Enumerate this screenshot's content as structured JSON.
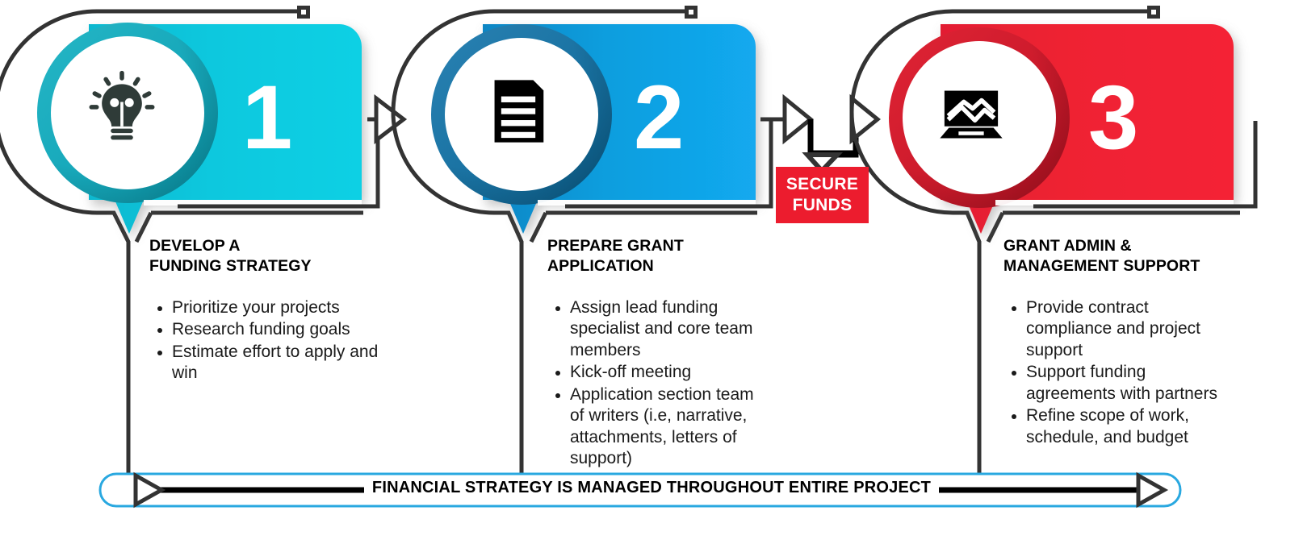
{
  "diagram": {
    "title_hidden": "",
    "colors": {
      "step1_card": "#0fc4dd",
      "step1_card_dark": "#12a8bd",
      "step1_ring": "#1aa3b5",
      "step2_card": "#11a4e8",
      "step2_card_dark": "#0d7cb5",
      "step2_ring": "#1270a0",
      "step3_card": "#ef2233",
      "step3_card_dark": "#d41528",
      "step3_ring": "#cc1626",
      "badge_red": "#ec1c2e",
      "outline": "#333333",
      "banner_border": "#29a8e0"
    },
    "steps": [
      {
        "number": "1",
        "icon": "lightbulb-icon",
        "title": "DEVELOP A\nFUNDING STRATEGY",
        "bullets": [
          "Prioritize your projects",
          "Research funding goals",
          "Estimate effort to apply and win"
        ]
      },
      {
        "number": "2",
        "icon": "document-icon",
        "title": "PREPARE GRANT\nAPPLICATION",
        "bullets": [
          "Assign lead funding specialist and core team members",
          "Kick-off meeting",
          "Application section team of writers (i.e, narrative, attachments, letters of support)"
        ]
      },
      {
        "number": "3",
        "icon": "laptop-chart-icon",
        "title": "GRANT ADMIN &\nMANAGEMENT SUPPORT",
        "bullets": [
          "Provide contract compliance and project support",
          "Support funding agreements with partners",
          "Refine scope of work, schedule, and budget"
        ]
      }
    ],
    "milestone_badge": {
      "line1": "SECURE",
      "line2": "FUNDS"
    },
    "bottom_banner": {
      "text": "FINANCIAL STRATEGY IS MANAGED THROUGHOUT ENTIRE PROJECT"
    }
  }
}
